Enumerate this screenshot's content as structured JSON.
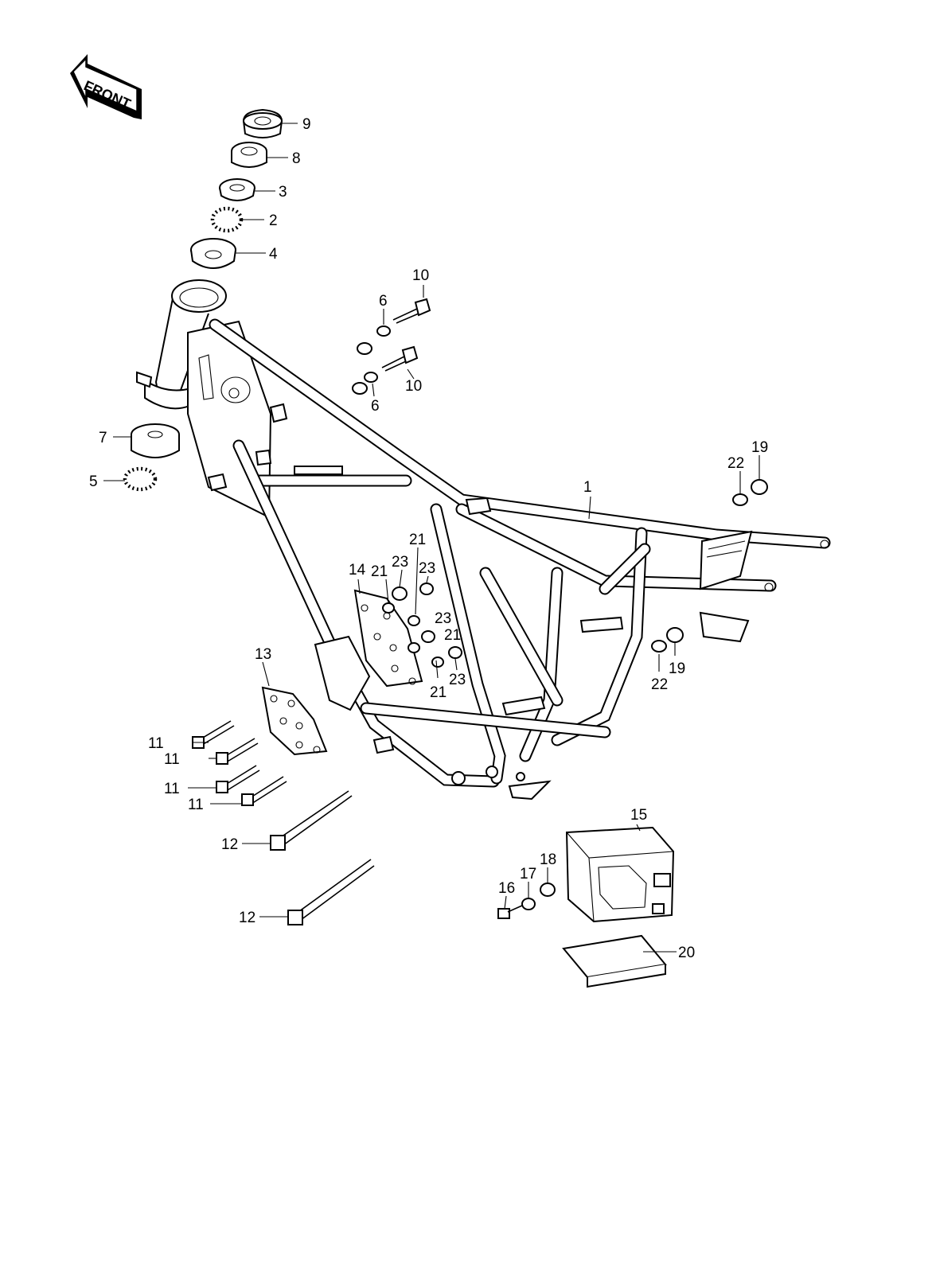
{
  "front_badge": {
    "text": "FRONT"
  },
  "callouts": [
    {
      "id": "c1",
      "text": "1"
    },
    {
      "id": "c2",
      "text": "2"
    },
    {
      "id": "c3",
      "text": "3"
    },
    {
      "id": "c4",
      "text": "4"
    },
    {
      "id": "c5",
      "text": "5"
    },
    {
      "id": "c6a",
      "text": "6"
    },
    {
      "id": "c6b",
      "text": "6"
    },
    {
      "id": "c7",
      "text": "7"
    },
    {
      "id": "c8",
      "text": "8"
    },
    {
      "id": "c9",
      "text": "9"
    },
    {
      "id": "c10a",
      "text": "10"
    },
    {
      "id": "c10b",
      "text": "10"
    },
    {
      "id": "c11a",
      "text": "11"
    },
    {
      "id": "c11b",
      "text": "11"
    },
    {
      "id": "c11c",
      "text": "11"
    },
    {
      "id": "c11d",
      "text": "11"
    },
    {
      "id": "c12a",
      "text": "12"
    },
    {
      "id": "c12b",
      "text": "12"
    },
    {
      "id": "c13",
      "text": "13"
    },
    {
      "id": "c14",
      "text": "14"
    },
    {
      "id": "c15",
      "text": "15"
    },
    {
      "id": "c16",
      "text": "16"
    },
    {
      "id": "c17",
      "text": "17"
    },
    {
      "id": "c18",
      "text": "18"
    },
    {
      "id": "c19a",
      "text": "19"
    },
    {
      "id": "c19b",
      "text": "19"
    },
    {
      "id": "c20",
      "text": "20"
    },
    {
      "id": "c21a",
      "text": "21"
    },
    {
      "id": "c21b",
      "text": "21"
    },
    {
      "id": "c21c",
      "text": "21"
    },
    {
      "id": "c21d",
      "text": "21"
    },
    {
      "id": "c22a",
      "text": "22"
    },
    {
      "id": "c22b",
      "text": "22"
    },
    {
      "id": "c23a",
      "text": "23"
    },
    {
      "id": "c23b",
      "text": "23"
    },
    {
      "id": "c23c",
      "text": "23"
    },
    {
      "id": "c23d",
      "text": "23"
    }
  ],
  "colors": {
    "line": "#000000",
    "background": "#ffffff"
  }
}
